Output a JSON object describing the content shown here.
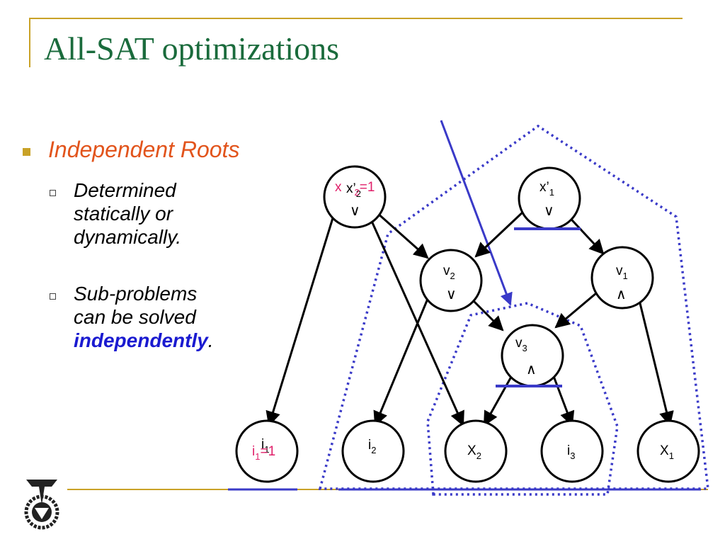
{
  "title": "All-SAT optimizations",
  "bullets": {
    "main": "Independent Roots",
    "sub": [
      {
        "lines": [
          "Determined",
          "statically or",
          "dynamically."
        ]
      },
      {
        "lines": [
          "Sub-problems",
          "can be solved"
        ],
        "emphasis": "independently",
        "tail": "."
      }
    ]
  },
  "diagram": {
    "nodes": {
      "x2p": {
        "label": "x’",
        "sub": "2",
        "gate": "∨",
        "overlay": "x",
        "overlay_sub": "2",
        "overlay_tail": "=1"
      },
      "x1p": {
        "label": "x’",
        "sub": "1",
        "gate": "∨"
      },
      "v2": {
        "label": "v",
        "sub": "2",
        "gate": "∨"
      },
      "v1": {
        "label": "v",
        "sub": "1",
        "gate": "∧"
      },
      "v3": {
        "label": "v",
        "sub": "3",
        "gate": "∧"
      },
      "i1": {
        "label": "i",
        "sub": "1",
        "overlay": "i",
        "overlay_sub": "1",
        "overlay_tail": "=1"
      },
      "i2": {
        "label": "i",
        "sub": "2"
      },
      "X2": {
        "label": "X",
        "sub": "2"
      },
      "i3": {
        "label": "i",
        "sub": "3"
      },
      "X1": {
        "label": "X",
        "sub": "1"
      }
    }
  },
  "colors": {
    "title": "#1a6b3c",
    "accent": "#c9a227",
    "main_bullet": "#e2541c",
    "emphasis": "#1a1ad0",
    "overlay": "#e0206a",
    "cut": "#3a3ac8",
    "dotted": "#3a3ac8"
  }
}
